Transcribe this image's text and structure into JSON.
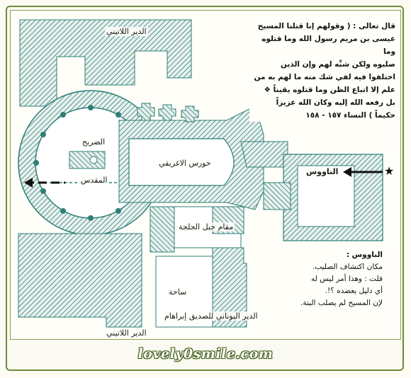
{
  "labels": {
    "latin_monastery_top": "الدير اللاتيني",
    "latin_monastery_bottom": "الدير اللاتيني",
    "tomb": "الضريح",
    "sanctuary": "المقدس",
    "greek_choir": "خورس الاغريقي",
    "golgotha_shrine": "مقام جبل الجلجة",
    "courtyard": "ساحة",
    "greek_monastery_abraham": "الدير اليوناني للصديق إبراهام",
    "naous_room": "الناووس",
    "star_marker": "★"
  },
  "quran": {
    "lines": [
      "قال تعالى : ( وقولهم إنا قتلنا المسيح",
      "عيسى بن مريم رسول الله وما قتلوه وما",
      "صلبوه ولكن شبِّه لهم وإن الذين",
      "اختلفوا فيه لفي شك منه ما لهم به من",
      "علم إلا اتباع الظن وما قتلوه يقيناً ❖",
      "بل رفعه الله إليه وكان الله عزيزاً",
      "حكيماً ) النساء ١٥٧ - ١٥٨"
    ]
  },
  "note": {
    "title": "الناووس :",
    "lines": [
      "مكان اكتشاف الصليب.",
      "قلت : وهذا أمر ليس له",
      "أي دليل يعضده ؟!.",
      "لإن المسيح لم يصلب البتة."
    ]
  },
  "footer": {
    "url": "lovely0smile.com"
  },
  "colors": {
    "hatch": "#2f7f77",
    "frame": "#6f8a3a",
    "arrow": "#111111"
  }
}
